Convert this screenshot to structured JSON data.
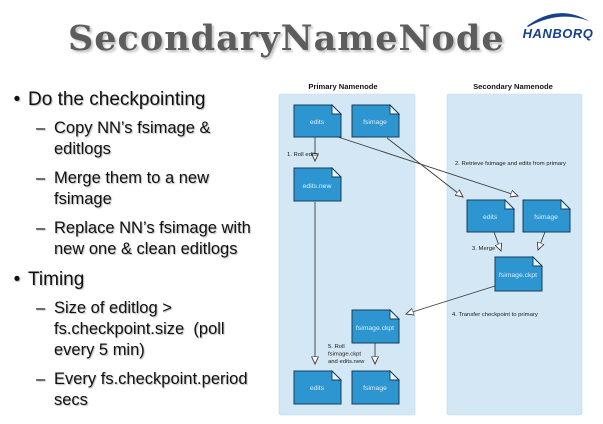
{
  "slide": {
    "title": "SecondaryNameNode",
    "logo_text": "HANBORQ"
  },
  "bullets": {
    "l1_marker": "•",
    "l2_marker": "–",
    "items": [
      {
        "label": "Do the checkpointing",
        "subs": [
          "Copy NN’s fsimage & editlogs",
          "Merge them to a new fsimage",
          "Replace NN’s fsimage with new one & clean editlogs"
        ]
      },
      {
        "label": "Timing",
        "subs": [
          "Size of editlog > fs.checkpoint.size  (poll every 5 min)",
          "Every fs.checkpoint.period secs"
        ]
      }
    ]
  },
  "diagram": {
    "primary_header": "Primary Namenode",
    "secondary_header": "Secondary Namenode",
    "file_labels": {
      "edits": "edits",
      "fsimage": "fsimage",
      "edits_new": "edits.new",
      "fsimage_ckpt": "fsimage.ckpt"
    },
    "steps": {
      "s1": "1. Roll edits",
      "s2": "2. Retrieve fsimage and edits from primary",
      "s3": "3. Merge",
      "s4": "4. Transfer checkpoint to primary",
      "s5_line1": "5. Roll",
      "s5_line2": "fsimage.ckpt",
      "s5_line3": "and edits.new"
    }
  },
  "colors": {
    "box_fill": "#2d96d1",
    "box_border": "#173d57",
    "panel_fill": "#d3e7f4",
    "title_gray": "#5d5d5d",
    "logo_navy": "#17418a",
    "body_text": "#111111"
  }
}
